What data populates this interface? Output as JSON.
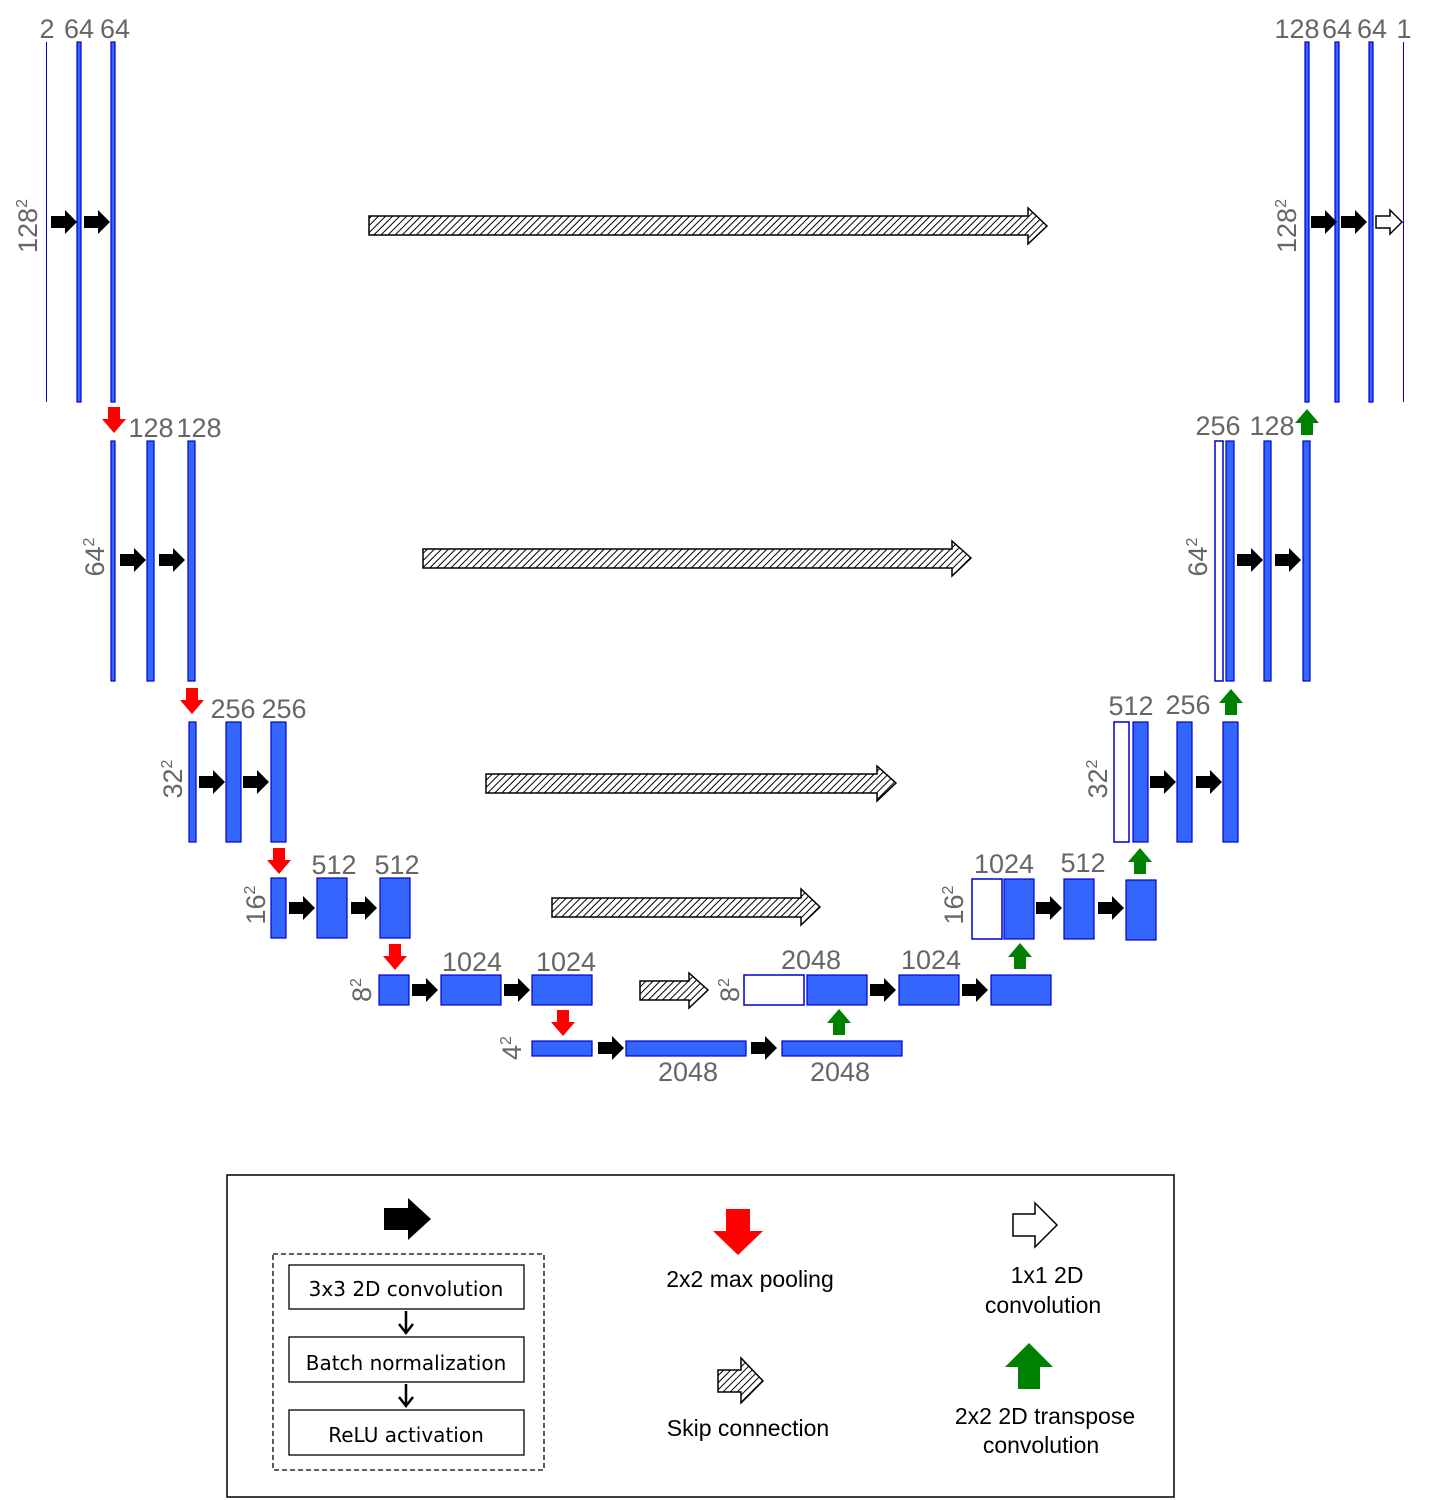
{
  "colors": {
    "feature_map": "#3366ff",
    "feature_map_border": "#0000cc",
    "label_text": "#666666",
    "conv_arrow": "#000000",
    "max_pool_arrow": "#ff0000",
    "transpose_conv_arrow": "#008000",
    "skip_connection_fill": "hatched"
  },
  "levels": [
    {
      "size_base": "128",
      "channels_encoder": [
        "2",
        "64",
        "64"
      ],
      "channels_decoder": [
        "128",
        "64",
        "64",
        "1"
      ]
    },
    {
      "size_base": "64",
      "channels_encoder": [
        "128",
        "128"
      ],
      "channels_decoder": [
        "256",
        "128"
      ]
    },
    {
      "size_base": "32",
      "channels_encoder": [
        "256",
        "256"
      ],
      "channels_decoder": [
        "512",
        "256"
      ]
    },
    {
      "size_base": "16",
      "channels_encoder": [
        "512",
        "512"
      ],
      "channels_decoder": [
        "1024",
        "512"
      ]
    },
    {
      "size_base": "8",
      "channels_encoder": [
        "1024",
        "1024"
      ],
      "channels_decoder": [
        "2048",
        "1024"
      ]
    },
    {
      "size_base": "4",
      "channels_bottleneck": [
        "2048",
        "2048"
      ]
    }
  ],
  "size_exponent": "2",
  "legend": {
    "conv_block_steps": [
      "3x3 2D convolution",
      "Batch normalization",
      "ReLU activation"
    ],
    "max_pool_label": "2x2 max pooling",
    "skip_label": "Skip connection",
    "one_by_one_label": [
      "1x1 2D",
      "convolution"
    ],
    "transpose_label": [
      "2x2 2D transpose",
      "convolution"
    ]
  }
}
